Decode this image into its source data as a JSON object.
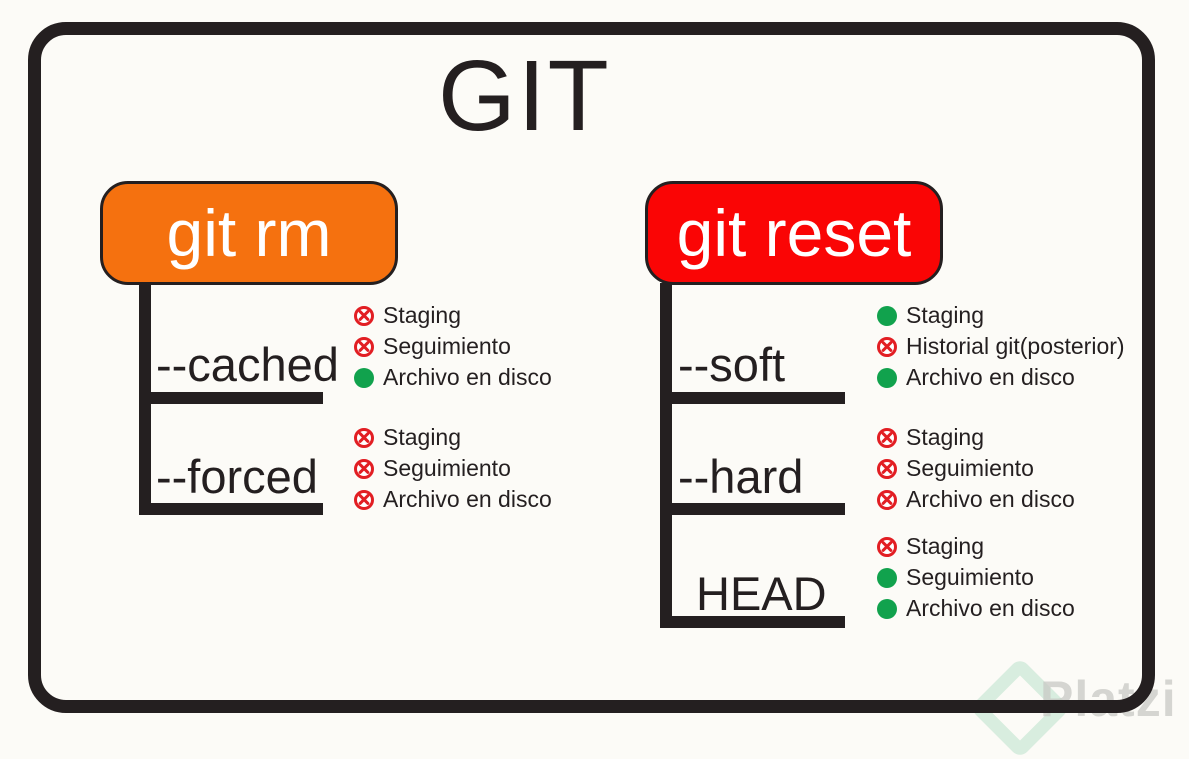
{
  "title": "GIT",
  "watermark": {
    "text": "Platzi",
    "logo": "platzi-diamond-icon"
  },
  "colors": {
    "background": "#FCFBF7",
    "line_black": "#241F20",
    "git_rm_box": "#F5710F",
    "git_reset_box": "#FA0505",
    "removed_icon_red": "#E21E23",
    "kept_icon_green": "#11A24D",
    "watermark_green": "#AEDCC0",
    "watermark_gray": "#C9C9C5"
  },
  "icons": {
    "removed": "crossed-circle-icon",
    "kept": "filled-circle-icon"
  },
  "branches": [
    {
      "command": "git rm",
      "options": [
        {
          "label": "--cached",
          "effects": [
            {
              "icon": "removed",
              "text": "Staging"
            },
            {
              "icon": "removed",
              "text": "Seguimiento"
            },
            {
              "icon": "kept",
              "text": "Archivo en disco"
            }
          ]
        },
        {
          "label": "--forced",
          "effects": [
            {
              "icon": "removed",
              "text": "Staging"
            },
            {
              "icon": "removed",
              "text": "Seguimiento"
            },
            {
              "icon": "removed",
              "text": "Archivo en disco"
            }
          ]
        }
      ]
    },
    {
      "command": "git reset",
      "options": [
        {
          "label": "--soft",
          "effects": [
            {
              "icon": "kept",
              "text": "Staging"
            },
            {
              "icon": "removed",
              "text": "Historial git(posterior)"
            },
            {
              "icon": "kept",
              "text": "Archivo en disco"
            }
          ]
        },
        {
          "label": "--hard",
          "effects": [
            {
              "icon": "removed",
              "text": "Staging"
            },
            {
              "icon": "removed",
              "text": "Seguimiento"
            },
            {
              "icon": "removed",
              "text": "Archivo en disco"
            }
          ]
        },
        {
          "label": "HEAD",
          "effects": [
            {
              "icon": "removed",
              "text": "Staging"
            },
            {
              "icon": "kept",
              "text": "Seguimiento"
            },
            {
              "icon": "kept",
              "text": "Archivo en disco"
            }
          ]
        }
      ]
    }
  ]
}
